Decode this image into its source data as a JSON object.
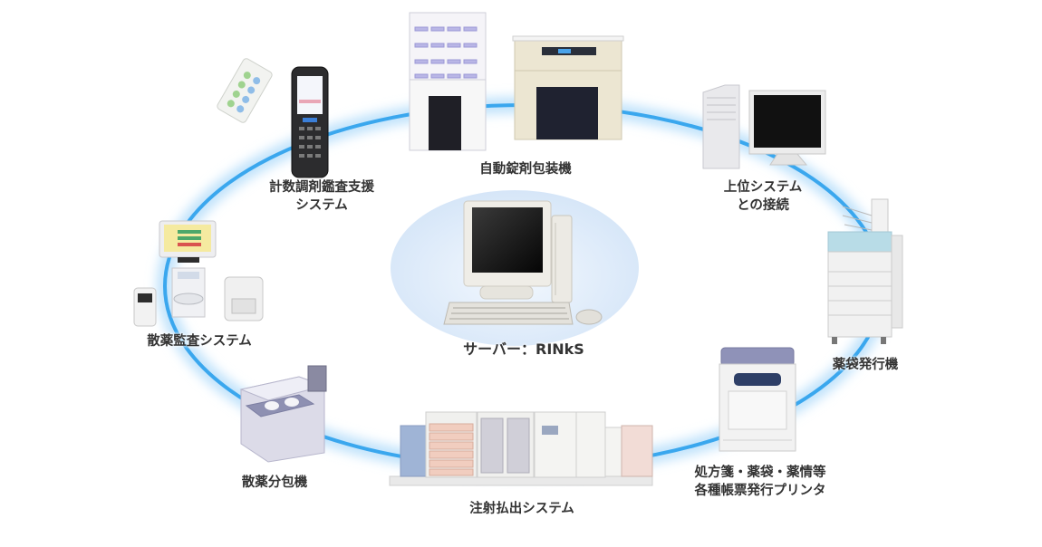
{
  "diagram": {
    "title": "RINkS system configuration",
    "center": {
      "label": "サーバー：RINkS",
      "icon": "server-pc-icon"
    },
    "ring_color": "#3aa7ee",
    "center_halo_color": "#dce9f8",
    "nodes": [
      {
        "id": "auto-tablet-packager",
        "lines": [
          "自動錠剤包装機"
        ],
        "icon": "tablet-packaging-machine-icon"
      },
      {
        "id": "host-system",
        "lines": [
          "上位システム",
          "との接続"
        ],
        "icon": "host-computer-icon"
      },
      {
        "id": "medicine-bag-issuer",
        "lines": [
          "薬袋発行機"
        ],
        "icon": "bag-printer-icon"
      },
      {
        "id": "form-printer",
        "lines": [
          "処方箋・薬袋・薬情等",
          "各種帳票発行プリンタ"
        ],
        "icon": "laser-printer-icon"
      },
      {
        "id": "injection-dispensing",
        "lines": [
          "注射払出システム"
        ],
        "icon": "injection-dispensing-machine-icon"
      },
      {
        "id": "powder-packager",
        "lines": [
          "散薬分包機"
        ],
        "icon": "powder-packaging-machine-icon"
      },
      {
        "id": "powder-audit",
        "lines": [
          "散薬監査システム"
        ],
        "icon": "powder-audit-scale-icon"
      },
      {
        "id": "count-dispensing-audit",
        "lines": [
          "計数調剤鑑査支援",
          "システム"
        ],
        "icon": "handheld-terminal-icon"
      }
    ]
  }
}
